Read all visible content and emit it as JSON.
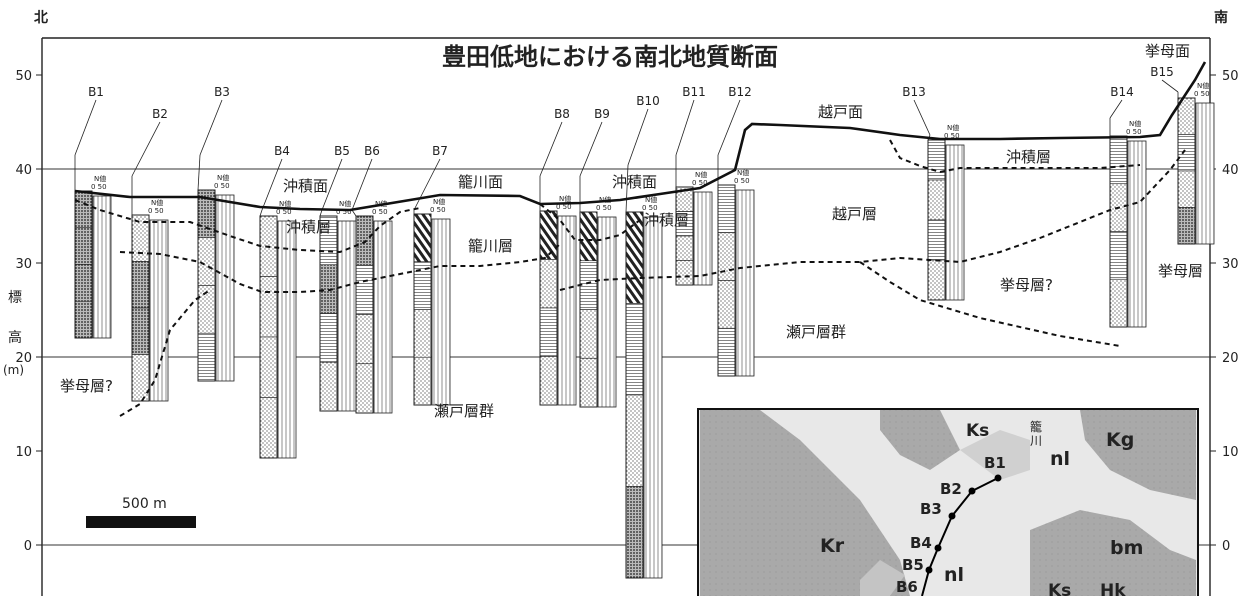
{
  "title": "豊田低地における南北地質断面",
  "orientation": {
    "north": "北",
    "south": "南"
  },
  "axis": {
    "label_chars": [
      "標",
      "高"
    ],
    "unit": "(m)",
    "ticks": [
      "50",
      "40",
      "30",
      "20",
      "10",
      "0"
    ]
  },
  "scale_bar": {
    "label": "500 m"
  },
  "n_value_label": {
    "title": "N値",
    "scale": "0  50"
  },
  "boreholes": [
    "B1",
    "B2",
    "B3",
    "B4",
    "B5",
    "B6",
    "B7",
    "B8",
    "B9",
    "B10",
    "B11",
    "B12",
    "B13",
    "B14",
    "B15"
  ],
  "surfaces": {
    "koromo_surface": "挙母面",
    "koshido_surface": "越戸面",
    "kagogawa_surface": "籠川面",
    "alluvial_surface_1": "沖積面",
    "alluvial_surface_2": "沖積面"
  },
  "strata": {
    "alluvial_1": "沖積層",
    "alluvial_2": "沖積層",
    "alluvial_3": "沖積層",
    "kagogawa": "籠川層",
    "koshido": "越戸層",
    "koromo_q": "挙母層?",
    "koromo": "挙母層",
    "koromo_q_left": "挙母層?",
    "seto_1": "瀬戸層群",
    "seto_2": "瀬戸層群"
  },
  "inset_map": {
    "units": [
      "Ks",
      "Kg",
      "nl",
      "Kr",
      "bm",
      "nl",
      "Ks",
      "Hk"
    ],
    "kanji": [
      "籠",
      "川"
    ],
    "points": [
      "B1",
      "B2",
      "B3",
      "B4",
      "B5",
      "B6"
    ]
  }
}
